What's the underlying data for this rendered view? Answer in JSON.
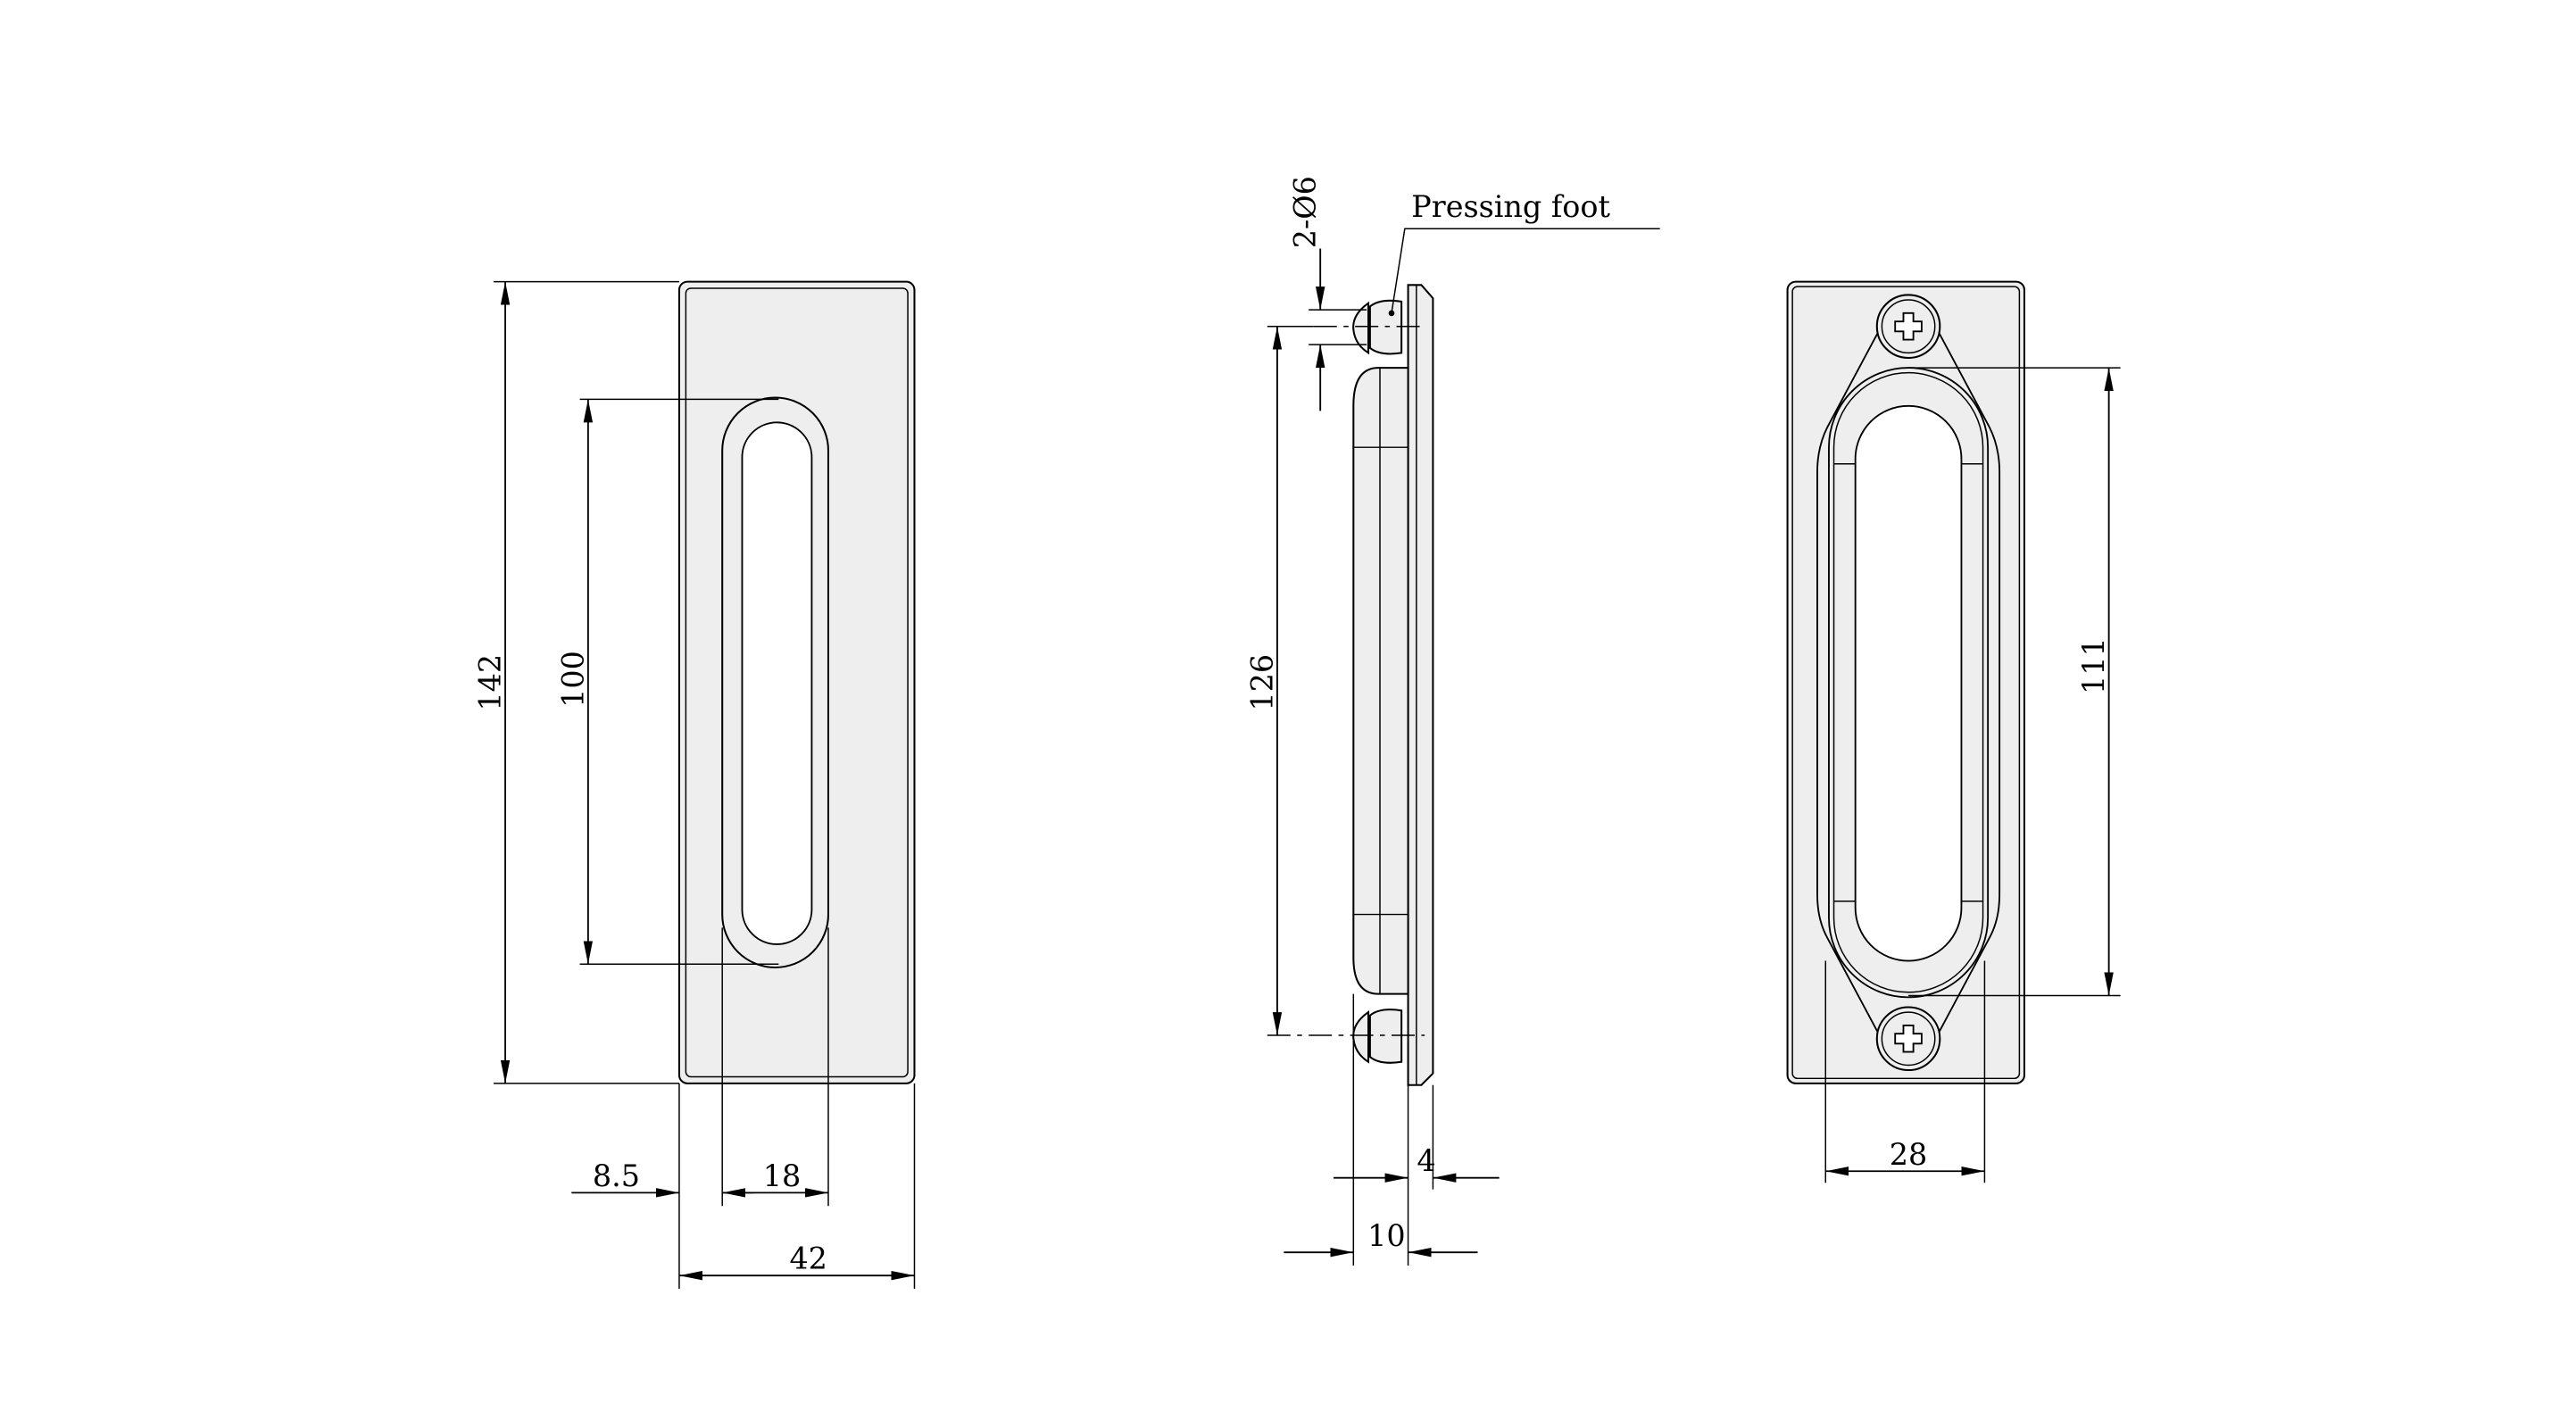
{
  "drawing": {
    "front_view": {
      "dim_height_overall": "142",
      "dim_slot_length": "100",
      "dim_slot_offset": "8.5",
      "dim_slot_width": "18",
      "dim_width_overall": "42"
    },
    "side_view": {
      "dim_foot_spacing": "126",
      "dim_foot_diameter": "2-Ø6",
      "callout_pressing_foot": "Pressing foot",
      "dim_plate_thickness": "4",
      "dim_depth": "10"
    },
    "back_view": {
      "dim_ring_length": "111",
      "dim_ring_width": "28"
    }
  }
}
